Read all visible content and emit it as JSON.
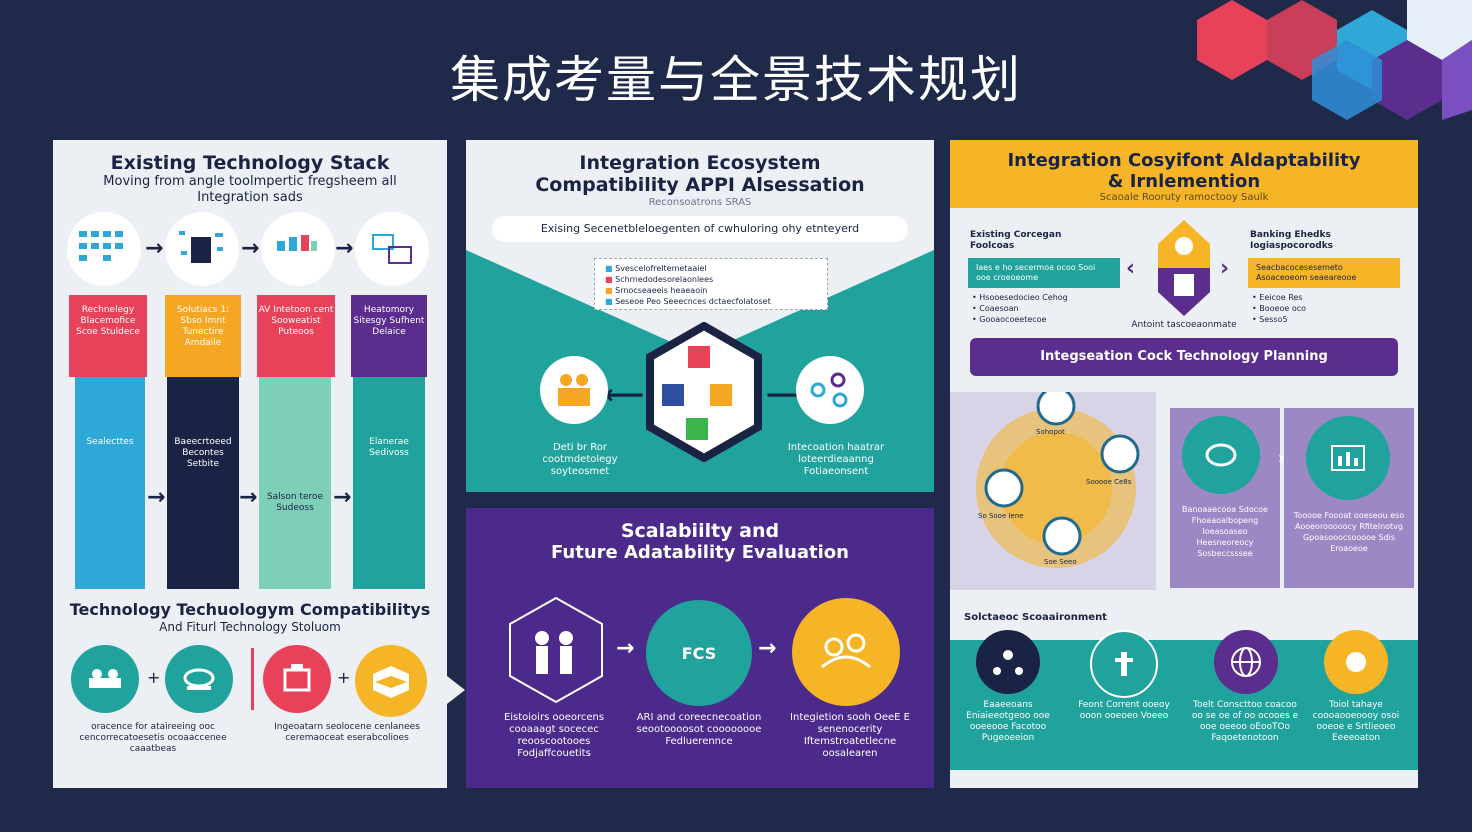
{
  "title": "集成考量与全景技术规划",
  "panel1": {
    "heading": "Existing Technology Stack",
    "subheading": "Moving from angle toolmpertic fregsheem all",
    "subheading2": "Integration sads",
    "columns": [
      {
        "label": "Rechnelegy Blacemofice Scoe Stuldece",
        "color": "#e8425a"
      },
      {
        "label": "Solutiacs 1: Sbso Imnt Tunectire Amdaile",
        "color": "#f5a623"
      },
      {
        "label": "AV Intetoon cent Sooweatist Puteoos",
        "color": "#e8425a"
      },
      {
        "label": "Heatomory Sitesgy Sufhent Delaice",
        "color": "#5b2d8e"
      }
    ],
    "col_lower": [
      {
        "text": "Sealecttes",
        "color": "#2fa8d8"
      },
      {
        "text": "Baeecrtoeed Becontes Setbite",
        "color": "#1a2344"
      },
      {
        "text": "Salson teroe Sudeoss",
        "color": "#7ecfb8"
      },
      {
        "text": "Elanerae Sedivoss",
        "color": "#1fa39c"
      }
    ],
    "bottom_heading": "Technology Techuologym Compatibilitys",
    "bottom_sub": "And Fiturl Technology Stoluom",
    "bottom_left_text": "oracence for ataireeing ooc cencorrecatoesetis ocoaaccenee caaatbeas",
    "bottom_right_text": "Ingeoatarn seolocene cenlanees ceremaoceat eserabcolioes"
  },
  "panel2": {
    "heading": "Integration Ecosystem",
    "heading2": "Compatibility APPI Alsessation",
    "sub": "Reconsoatrons SRAS",
    "banner": "Exising Secenetbleloegenten of cwhuloring ohy etnteyerd",
    "list": [
      "Svescelofreltemetaaiel",
      "Schrnedodesorelaonlees",
      "Srnocseaeeis heaeaoin",
      "Seseoe Peo Seeecnces dctaecfolatoset"
    ],
    "left_label": "Deti br Ror cootmdetolegy soyteosmet",
    "right_label": "Intecoation haatrar loteerdieaanng Fotiaeonsent"
  },
  "panel3": {
    "heading": "Scalabiilty and",
    "heading2": "Future Adatability Evaluation",
    "items": [
      {
        "label": "Eistoioirs ooeorcens cooaaagt socecec reooscootooes Fodjaffcouetits",
        "color": "#5b2d8e"
      },
      {
        "label": "ARI and coreecnecoation seootoooosot coooooooe Fedluerennce",
        "color": "#1fa39c"
      },
      {
        "label": "Integietion sooh OeeE E senenocerity Iftemstroatetlecne oosalearen",
        "color": "#f5b526"
      }
    ],
    "center_icon_text": "FCS"
  },
  "panel4": {
    "heading": "Integration Cosyifont Aldaptability",
    "heading2": "& Irnlemention",
    "sub": "Scaoale Rooruty ramoctooy Saulk",
    "left_title": "Existing Corcegan Foolcoas",
    "right_title": "Banking Ehedks Iogiaspocorodks",
    "left_box": "Iaes e ho secermoa ocoo Sooi ooe croeoeome",
    "right_box": "Seacbacocesesemeto Asoaceoeom seaeareooe",
    "left_bullets": [
      "Hsooesedocieo Cehog",
      "Coaesoan",
      "Gooaocoeetecoe"
    ],
    "right_bullets": [
      "Eeicoe Res",
      "Booeoe oco",
      "Sesso5"
    ],
    "center_caption": "Antoint tascoeaonmate",
    "banner": "Integseation Cock Technology Planning",
    "orbit_labels": [
      "Sohopot",
      "Sooooe Ce8s",
      "So Sooe Iene",
      "Soe Seeo"
    ],
    "card1": "Banoaaecooa Sdocoe Fhoaaoalbopeng Ioeasoaseo Heesneoreocy Sosbeccsssee",
    "card2": "Tooooe Foooat ooeseou eso Aooeorooooocy Rfitelnotvg Gpoasooocsooooe Sdis Eroaoeoe",
    "sol_title": "Solctaeoc Scoaaironment",
    "bottom": [
      {
        "label": "Eaaeeoans Eniaieeotgeoo ooe ooeeooe Facotoo Pugeoeeion",
        "color": "#1a2344"
      },
      {
        "label": "Feont Corrent ooeoy ooon ooeoeo Voeeo",
        "color": "#1fa39c"
      },
      {
        "label": "Toelt Conscttoo coacoo oo se oe of oo ocooes e ooe oeeoo oEooTOo Faqoetenotoon",
        "color": "#5b2d8e"
      },
      {
        "label": "Toiol tahaye coooaooeoooy osoi ooeoe e Srtlieoeo Eeeeoaton",
        "color": "#f5b526"
      }
    ]
  }
}
